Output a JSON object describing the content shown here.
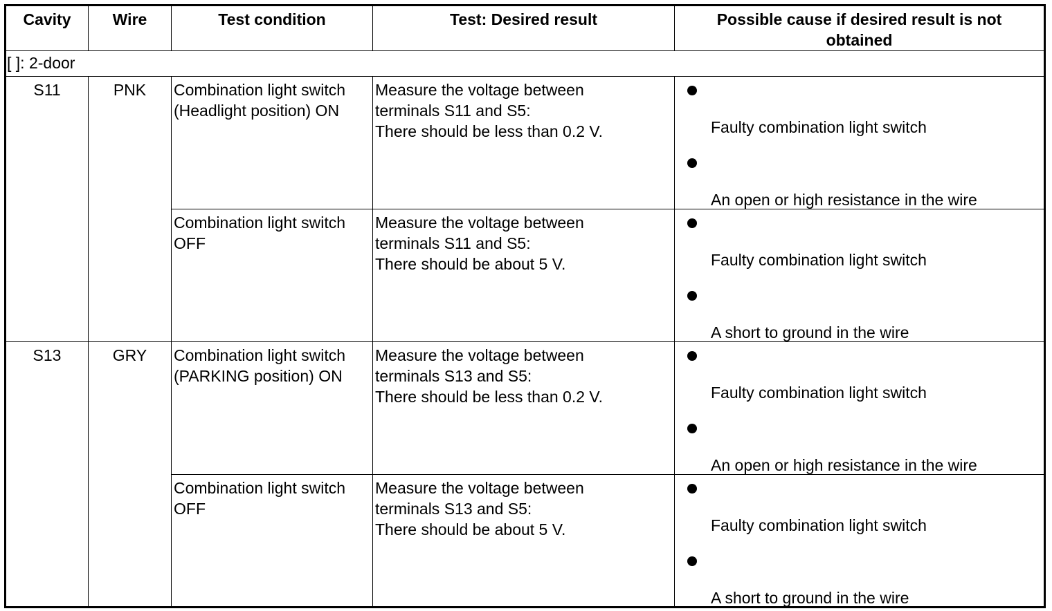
{
  "headers": {
    "cavity": "Cavity",
    "wire": "Wire",
    "test_condition": "Test condition",
    "desired_result": "Test: Desired result",
    "possible_cause": "Possible cause if desired result is not obtained"
  },
  "note": "[ ]: 2-door",
  "rows": [
    {
      "cavity": "S11",
      "wire": "PNK",
      "tests": [
        {
          "condition": [
            "Combination light switch",
            "(Headlight position) ON"
          ],
          "result": [
            "Measure the voltage between",
            "terminals S11 and S5:",
            "There should be less than 0.2 V."
          ],
          "causes": [
            "Faulty combination light switch",
            "An open or high resistance in the wire"
          ]
        },
        {
          "condition": [
            "Combination light switch",
            "OFF"
          ],
          "result": [
            "Measure the voltage between",
            "terminals S11 and S5:",
            "There should be about 5 V."
          ],
          "causes": [
            "Faulty combination light switch",
            "A short to ground in the wire"
          ]
        }
      ]
    },
    {
      "cavity": "S13",
      "wire": "GRY",
      "tests": [
        {
          "condition": [
            "Combination light switch",
            "(PARKING position) ON"
          ],
          "result": [
            "Measure the voltage between",
            "terminals S13 and S5:",
            "There should be less than 0.2 V."
          ],
          "causes": [
            "Faulty combination light switch",
            "An open or high resistance in the wire"
          ]
        },
        {
          "condition": [
            "Combination light switch",
            "OFF"
          ],
          "result": [
            "Measure the voltage between",
            "terminals S13 and S5:",
            "There should be about 5 V."
          ],
          "causes": [
            "Faulty combination light switch",
            "A short to ground in the wire"
          ]
        }
      ]
    }
  ]
}
